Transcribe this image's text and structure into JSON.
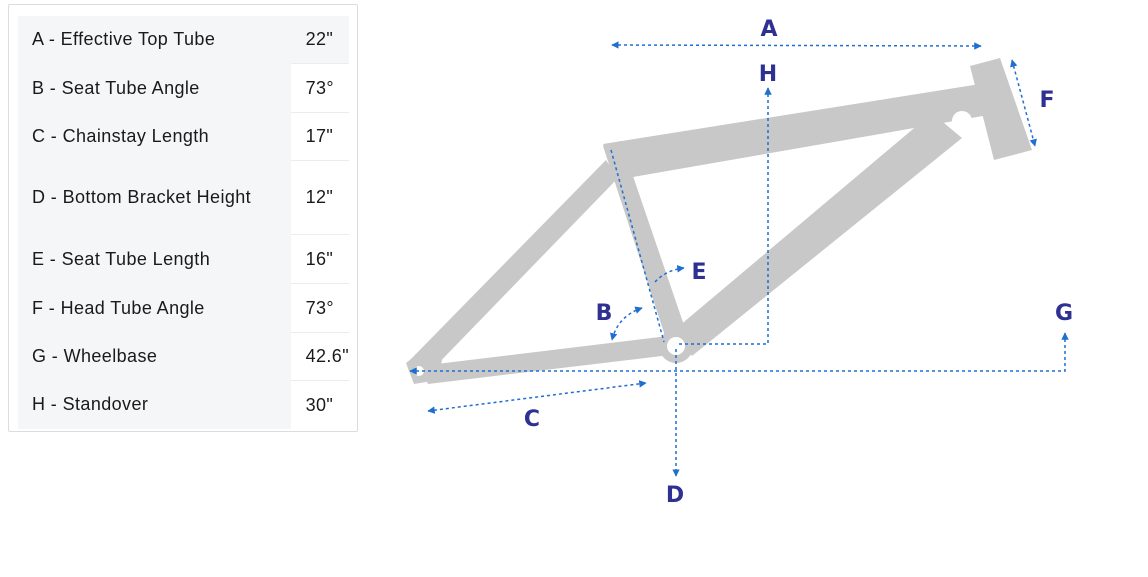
{
  "geometry_table": {
    "rows": [
      {
        "label": "A - Effective Top Tube",
        "value": "22\""
      },
      {
        "label": "B - Seat Tube Angle",
        "value": "73°"
      },
      {
        "label": "C - Chainstay Length",
        "value": "17\""
      },
      {
        "label": "D - Bottom Bracket Height",
        "value": "12\""
      },
      {
        "label": "E - Seat Tube Length",
        "value": "16\""
      },
      {
        "label": "F - Head Tube Angle",
        "value": "73°"
      },
      {
        "label": "G - Wheelbase",
        "value": "42.6\""
      },
      {
        "label": "H - Standover",
        "value": "30\""
      }
    ]
  },
  "diagram": {
    "markers": [
      "A",
      "B",
      "C",
      "D",
      "E",
      "F",
      "G",
      "H"
    ],
    "colors": {
      "frame": "#c8c8c8",
      "dimension_line": "#1e6fd0",
      "marker_letter": "#2e3192"
    }
  }
}
